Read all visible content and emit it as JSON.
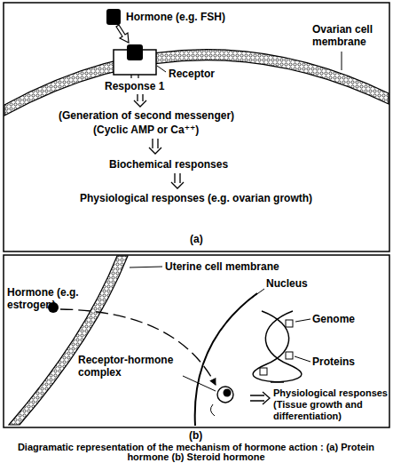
{
  "diagram": {
    "caption": "Diagramatic representation of the mechanism of hormone action : (a) Protein hormone (b) Steroid hormone",
    "labels": [
      "Hormone (e.g. FSH)",
      "Receptor",
      "Ovarian cell membrane",
      "Response 1",
      "(Generation of second messenger)",
      "(Cyclic AMP or Ca⁺⁺)",
      "Biochemical responses",
      "Physiological responses (e.g. ovarian growth)",
      "(a)",
      "Uterine cell membrane",
      "Hormone (e.g. estrogen)",
      "Nucleus",
      "Genome",
      "Receptor-hormone complex",
      "Proteins",
      "Physiological responses (Tissue growth and differentiation)",
      "(b)"
    ]
  }
}
